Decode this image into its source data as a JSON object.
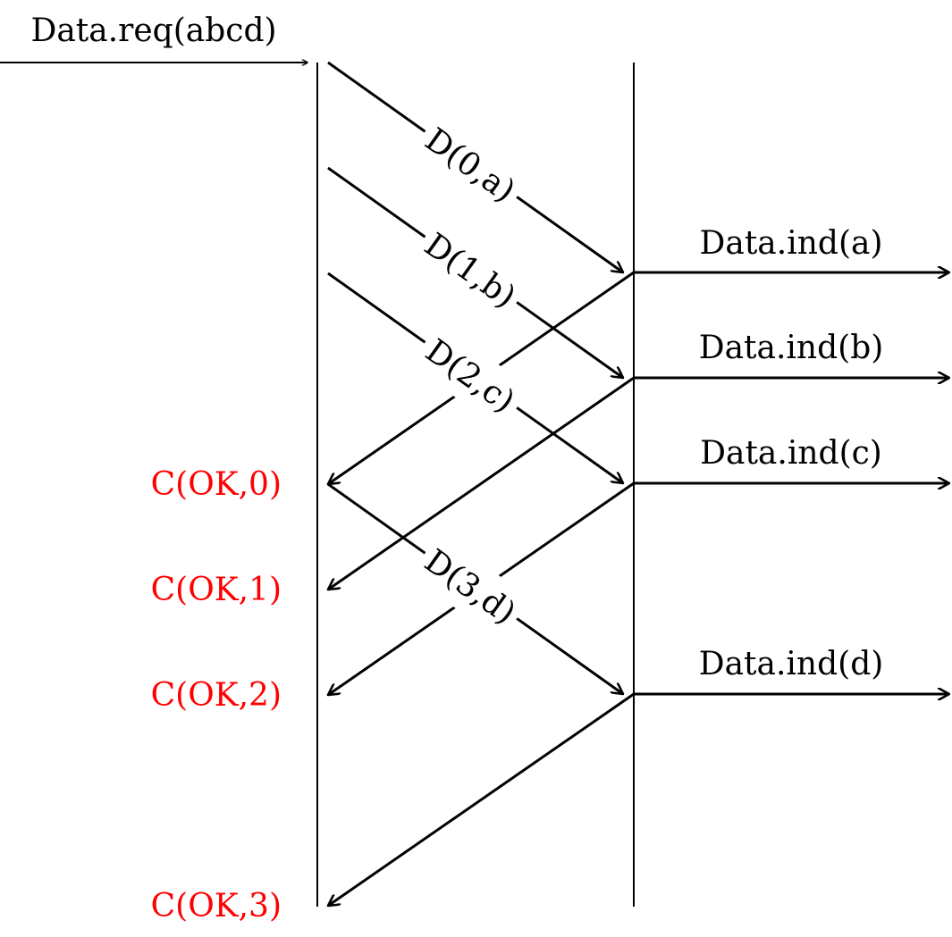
{
  "request": {
    "label": "Data.req(abcd)"
  },
  "data_frames": [
    {
      "label": "D(0,a)"
    },
    {
      "label": "D(1,b)"
    },
    {
      "label": "D(2,c)"
    },
    {
      "label": "D(3,d)"
    }
  ],
  "indications": [
    {
      "label": "Data.ind(a)"
    },
    {
      "label": "Data.ind(b)"
    },
    {
      "label": "Data.ind(c)"
    },
    {
      "label": "Data.ind(d)"
    }
  ],
  "confirmations": [
    {
      "label": "C(OK,0)"
    },
    {
      "label": "C(OK,1)"
    },
    {
      "label": "C(OK,2)"
    },
    {
      "label": "C(OK,3)"
    }
  ],
  "colors": {
    "line": "#000000",
    "confirmation": "#ff0000"
  }
}
